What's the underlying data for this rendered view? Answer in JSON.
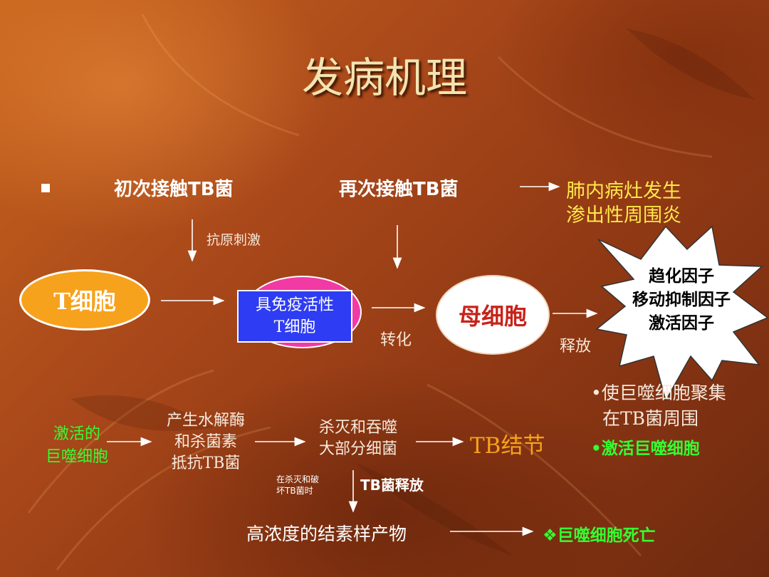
{
  "title": "发病机理",
  "row1": {
    "first_contact": "初次接触TB菌",
    "second_contact": "再次接触TB菌",
    "result_line1": "肺内病灶发生",
    "result_line2": "渗出性周围炎"
  },
  "antigen_label": "抗原刺激",
  "nodes": {
    "t_cell": "T细胞",
    "immune_t_line1": "具免疫活性",
    "immune_t_line2": "T细胞",
    "mother_cell": "母细胞",
    "factor1": "趋化因子",
    "factor2": "移动抑制因子",
    "factor3": "激活因子"
  },
  "edge_labels": {
    "transform": "转化",
    "release": "释放"
  },
  "macrophage_notes": {
    "note1_line1": "•使巨噬细胞聚集",
    "note1_line2": "在TB菌周围",
    "note2": "•激活巨噬细胞"
  },
  "row2": {
    "activated_line1": "激活的",
    "activated_line2": "巨噬细胞",
    "produce_line1": "产生水解酶",
    "produce_line2": "和杀菌素",
    "produce_line3": "抵抗TB菌",
    "kill_line1": "杀灭和吞噬",
    "kill_line2": "大部分细菌",
    "tb_nodule": "TB结节"
  },
  "row3": {
    "small_note_line1": "在杀灭和破",
    "small_note_line2": "坏TB菌时",
    "tb_release": "TB菌释放",
    "high_conc": "高浓度的结素样产物",
    "death": "❖巨噬细胞死亡"
  },
  "colors": {
    "title": "#f3e4b0",
    "yellow_text": "#ffe84a",
    "green_text": "#33ff33",
    "orange_node": "#f7a21c",
    "blue_node": "#2e3cf3",
    "pink_node": "#f23aa5",
    "tb_nodule": "#f7a21c"
  }
}
